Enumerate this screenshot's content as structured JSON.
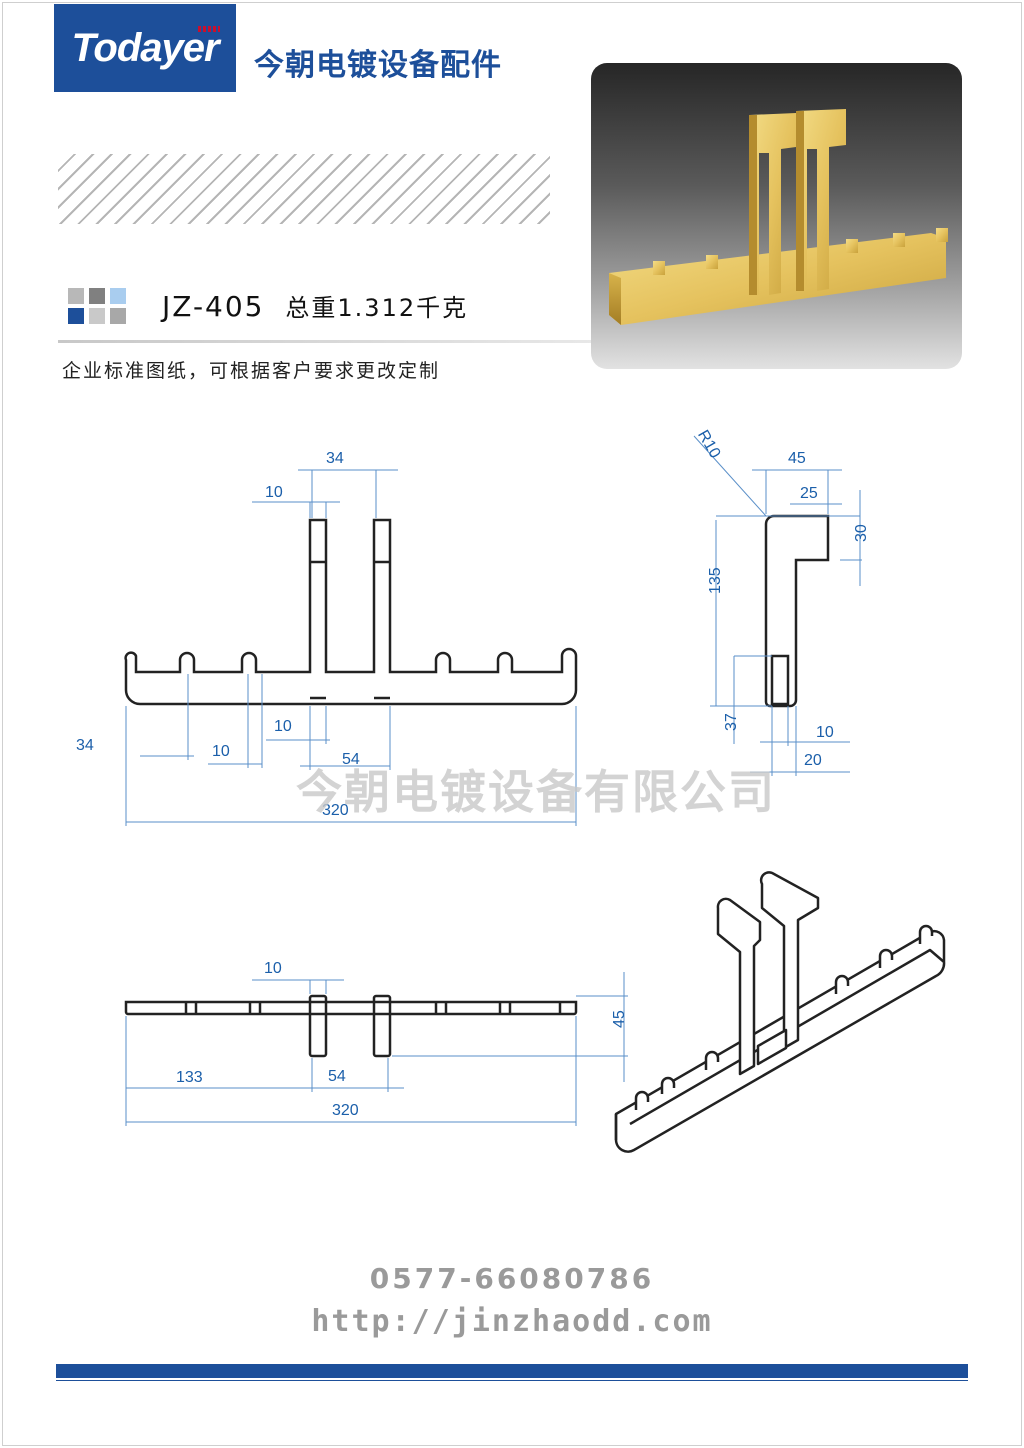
{
  "brand": {
    "logo": "Todayer",
    "company": "今朝电镀设备配件",
    "color": "#1d4f9a"
  },
  "product": {
    "model": "JZ-405",
    "weight": "总重1.312千克"
  },
  "note": "企业标准图纸，可根据客户要求更改定制",
  "palette_squares": [
    "#b8b8b8",
    "#808080",
    "#a9cdef",
    "#1d4f9a",
    "#c9c9c9",
    "#a8a8a8"
  ],
  "front_view": {
    "dims": {
      "top_width": "34",
      "top_slot": "10",
      "left_offset": "34",
      "slot_width": "10",
      "inner_slot": "10",
      "center": "54",
      "total": "320"
    }
  },
  "side_view": {
    "dims": {
      "radius": "R10",
      "width": "45",
      "hook": "25",
      "hook_height": "30",
      "height": "135",
      "foot": "37",
      "thickness": "10",
      "base": "20"
    }
  },
  "top_view": {
    "dims": {
      "slot": "10",
      "offset": "133",
      "center": "54",
      "total": "320",
      "depth": "45"
    }
  },
  "watermark": "今朝电镀设备有限公司",
  "footer": {
    "phone": "0577-66080786",
    "url": "http://jinzhaodd.com"
  }
}
